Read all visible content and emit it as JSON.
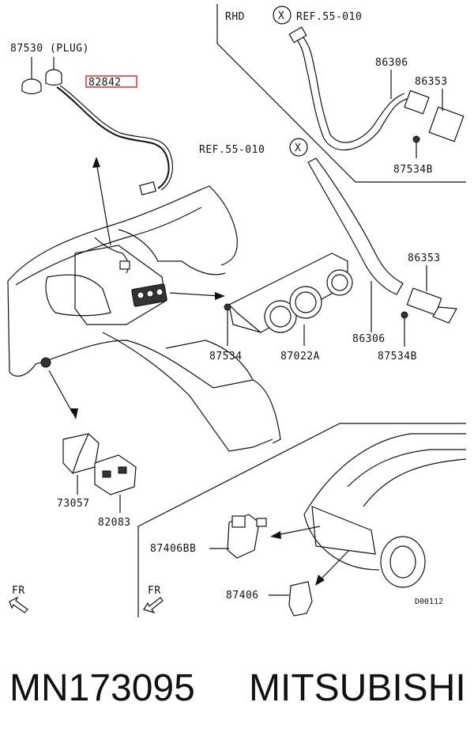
{
  "labels": {
    "plug": "87530 (PLUG)",
    "harness": "82842",
    "rhd": "RHD",
    "ref_top": "REF.55-010",
    "ref_mid": "REF.55-010",
    "hose_upper": "86306",
    "sensor_upper": "86353",
    "clip_upper": "87534B",
    "sensor_lower": "86353",
    "hose_lower": "86306",
    "clip_lower": "87534B",
    "clip_left": "87534",
    "control_unit": "87022A",
    "switch_a": "73057",
    "switch_b": "82083",
    "sensor_front_bb": "87406BB",
    "sensor_front": "87406",
    "fr_left": "FR",
    "fr_right": "FR",
    "code": "D00112",
    "circle_x": "X"
  },
  "highlight_color": "#e03030",
  "footer": {
    "part_number": "MN173095",
    "brand": "MITSUBISHI"
  }
}
